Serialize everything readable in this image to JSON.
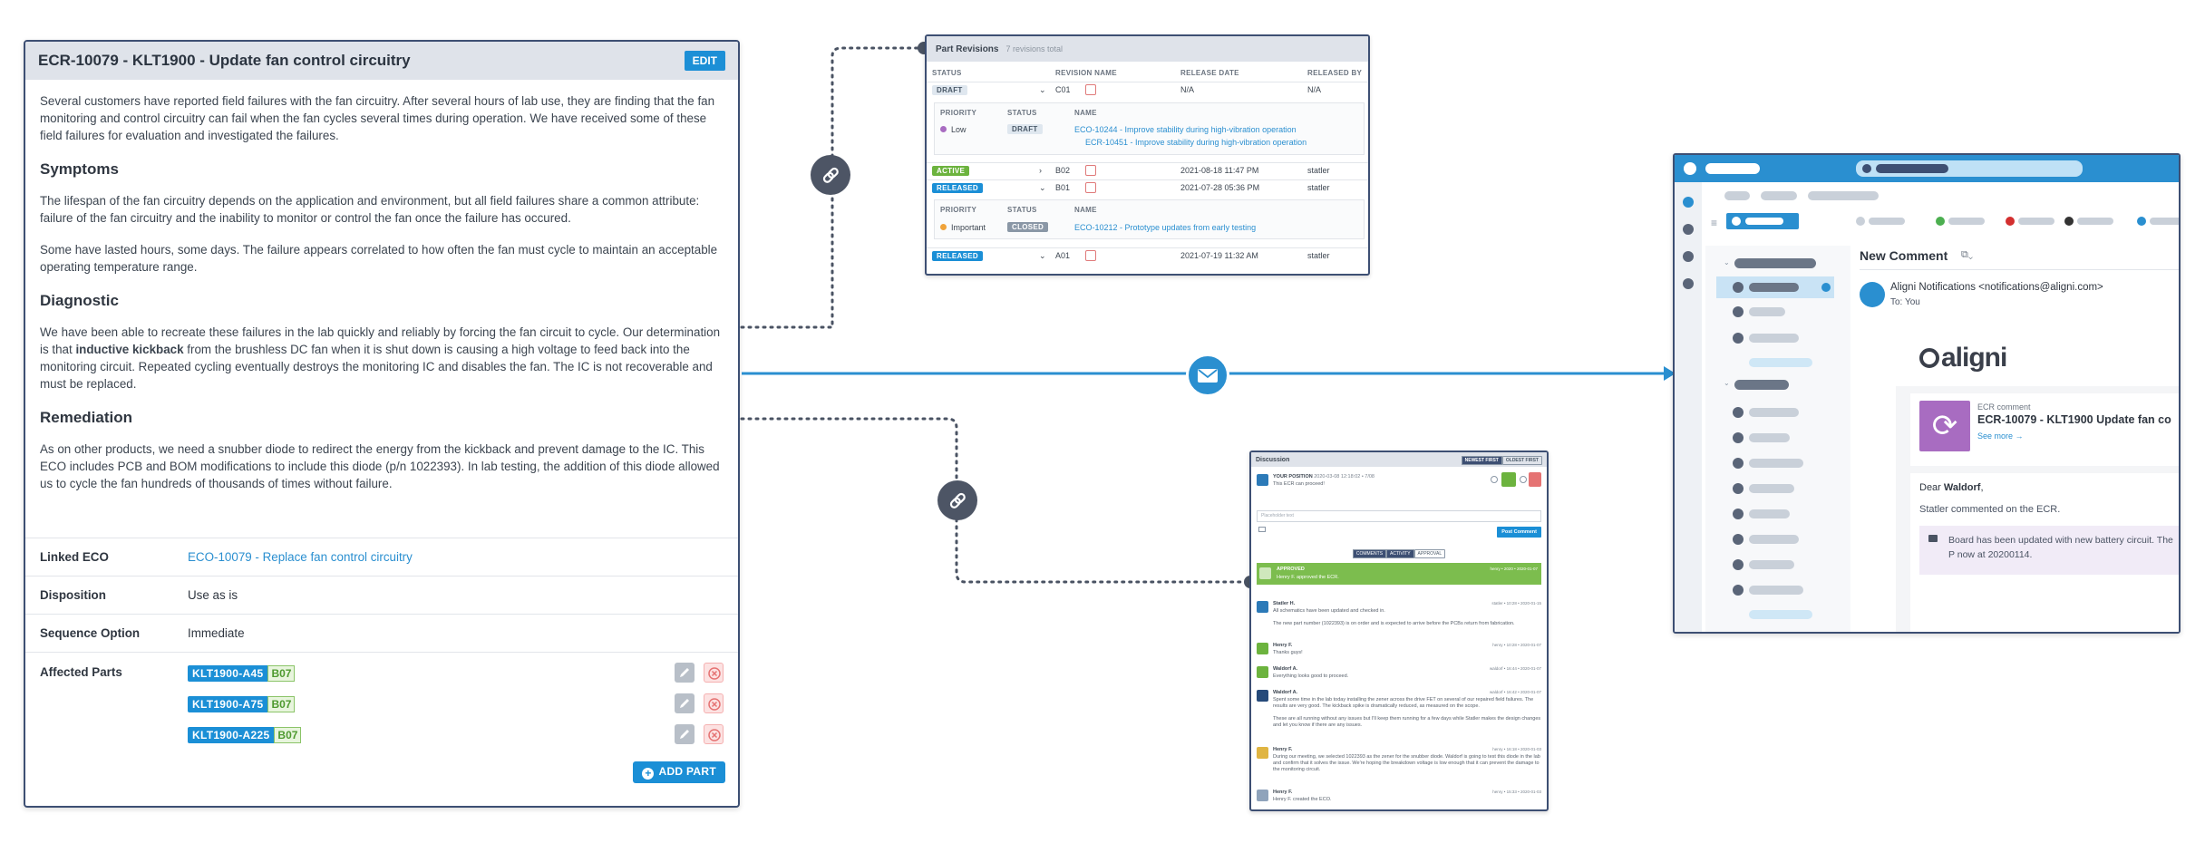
{
  "ecr": {
    "title": "ECR-10079 - KLT1900 - Update fan control circuitry",
    "edit_label": "EDIT",
    "intro": "Several customers have reported field failures with the fan circuitry. After several hours of lab use, they are finding that the fan monitoring and control circuitry can fail when the fan cycles several times during operation. We have received some of these field failures for evaluation and investigated the failures.",
    "symptoms_heading": "Symptoms",
    "symptoms_p1": "The lifespan of the fan circuitry depends on the application and environment, but all field failures share a common attribute: failure of the fan circuitry and the inability to monitor or control the fan once the failure has occured.",
    "symptoms_p2": "Some have lasted hours, some days. The failure appears correlated to how often the fan must cycle to maintain an acceptable operating temperature range.",
    "diagnostic_heading": "Diagnostic",
    "diagnostic_pre": "We have been able to recreate these failures in the lab quickly and reliably by forcing the fan circuit to cycle. Our determination is that ",
    "diagnostic_bold": "inductive kickback",
    "diagnostic_post": " from the brushless DC fan when it is shut down is causing a high voltage to feed back into the monitoring circuit. Repeated cycling eventually destroys the monitoring IC and disables the fan. The IC is not recoverable and must be replaced.",
    "remediation_heading": "Remediation",
    "remediation_p": "As on other products, we need a snubber diode to redirect the energy from the kickback and prevent damage to the IC. This ECO includes PCB and BOM modifications to include this diode (p/n 1022393). In lab testing, the addition of this diode allowed us to cycle the fan hundreds of thousands of times without failure.",
    "linked_eco_label": "Linked ECO",
    "linked_eco_value": "ECO-10079 - Replace fan control circuitry",
    "disposition_label": "Disposition",
    "disposition_value": "Use as is",
    "sequence_label": "Sequence Option",
    "sequence_value": "Immediate",
    "affected_label": "Affected Parts",
    "parts": [
      {
        "number": "KLT1900-A45",
        "rev": "B07"
      },
      {
        "number": "KLT1900-A75",
        "rev": "B07"
      },
      {
        "number": "KLT1900-A225",
        "rev": "B07"
      }
    ],
    "add_part_label": "ADD PART"
  },
  "revisions": {
    "title": "Part Revisions",
    "subtitle": "7 revisions total",
    "headers": [
      "STATUS",
      "REVISION NAME",
      "RELEASE DATE",
      "RELEASED BY"
    ],
    "sub_headers": [
      "PRIORITY",
      "STATUS",
      "NAME"
    ],
    "rows": [
      {
        "status": "DRAFT",
        "rev": "C01",
        "date": "N/A",
        "by": "N/A"
      },
      {
        "status": "ACTIVE",
        "rev": "B02",
        "date": "2021-08-18 11:47 PM",
        "by": "statler"
      },
      {
        "status": "RELEASED",
        "rev": "B01",
        "date": "2021-07-28 05:36 PM",
        "by": "statler"
      },
      {
        "status": "RELEASED",
        "rev": "A01",
        "date": "2021-07-19 11:32 AM",
        "by": "statler"
      }
    ],
    "sub1": {
      "priority": "Low",
      "status": "DRAFT",
      "name1": "ECO-10244 - Improve stability during high-vibration operation",
      "name2": "ECR-10451 - Improve stability during high-vibration operation"
    },
    "sub2": {
      "priority": "Important",
      "status": "CLOSED",
      "name": "ECO-10212 - Prototype updates from early testing"
    }
  },
  "discussion": {
    "title": "Discussion",
    "sort_newest": "NEWEST FIRST",
    "sort_oldest": "OLDEST FIRST",
    "your_position": "YOUR POSITION",
    "your_position_ts": "2020-03-08 12:18:02 • 7/08",
    "your_position_text": "This ECR can proceed!",
    "placeholder": "Placeholder text",
    "post_label": "Post Comment",
    "filters": [
      "COMMENTS",
      "ACTIVITY",
      "APPROVAL"
    ],
    "approved_title": "APPROVED",
    "approved_text": "Henry F. approved the ECR.",
    "approved_ts": "henry • 2020 • 2020-01-07",
    "comments": [
      {
        "name": "Statler H.",
        "ts": "statler • 10:28 • 2020-01-15",
        "text": "All schematics have been updated and checked in.\n\nThe new part number (1022393) is on order and is expected to arrive before the PCBs return from fabrication."
      },
      {
        "name": "Henry F.",
        "ts": "henry • 10:28 • 2020-01-07",
        "text": "Thanks guys!"
      },
      {
        "name": "Waldorf A.",
        "ts": "waldorf • 16:44 • 2020-01-07",
        "text": "Everything looks good to proceed."
      },
      {
        "name": "Waldorf A.",
        "ts": "waldorf • 16:42 • 2020-01-07",
        "text": "Spent some time in the lab today installing the zener across the drive FET on several of our repaired field failures. The results are very good. The kickback spike is dramatically reduced, as measured on the scope.\n\nThese are all running without any issues but I'll keep them running for a few days while Statler makes the design changes and let you know if there are any issues."
      },
      {
        "name": "Henry F.",
        "ts": "henry • 16:18 • 2020-01-03",
        "text": "During our meeting, we selected 1022393 as the zener for the snubber diode. Waldorf is going to test this diode in the lab and confirm that it solves the issue. We're hoping the breakdown voltage is low enough that it can prevent the damage to the monitoring circuit."
      },
      {
        "name": "Henry F.",
        "ts": "henry • 15:33 • 2020-01-03",
        "text": "Henry F. created the ECO."
      }
    ]
  },
  "email": {
    "subject": "New Comment",
    "from": "Aligni Notifications <notifications@aligni.com>",
    "to_label": "To:",
    "to_value": "You",
    "brand": "aligni",
    "card_kicker": "ECR comment",
    "card_title": "ECR-10079 - KLT1900 Update fan co",
    "see_more": "See more →",
    "greeting_pre": "Dear ",
    "greeting_name": "Waldorf",
    "greeting_post": ",",
    "notice": "Statler commented on the ECR.",
    "quote": "Board has been updated with new battery circuit. The P now at 20200114."
  },
  "colors": {
    "accent": "#1b8fd6",
    "navy": "#3d4f73",
    "green": "#6cb33e",
    "purple": "#a86cc1"
  }
}
